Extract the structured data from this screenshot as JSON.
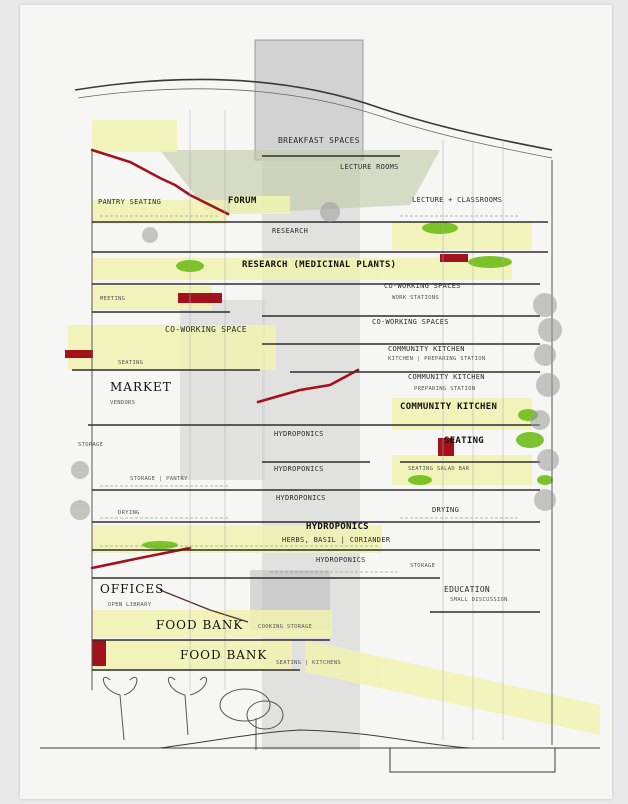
{
  "colors": {
    "paper": "#f6f6f4",
    "graphite": "#3a3a3a",
    "highlight_yellow": "#f1f3b0",
    "marker_red": "#a3121c",
    "plant_green": "#6fbe1a"
  },
  "labels": {
    "breakfast_spaces": "BREAKFAST SPACES",
    "lecture_rooms": "LECTURE ROOMS",
    "pantry_seating": "PANTRY SEATING",
    "forum": "FORUM",
    "lecture_classrooms": "LECTURE + CLASSROOMS",
    "research_top": "RESEARCH",
    "research_medicinal": "RESEARCH (MEDICINAL PLANTS)",
    "co_working_spaces_1": "CO-WORKING SPACES",
    "work_stations": "WORK STATIONS",
    "co_working_spaces_2": "CO-WORKING SPACES",
    "meeting": "MEETING",
    "co_working_space": "CO-WORKING SPACE",
    "seating_left": "SEATING",
    "community_kitchen_1": "COMMUNITY KITCHEN",
    "kitchen_preparing_station": "KITCHEN | PREPARING STATION",
    "market": "MARKET",
    "vendors": "VENDORS",
    "community_kitchen_2": "COMMUNITY KITCHEN",
    "preparing_station": "PREPARING STATION",
    "community_kitchen_3": "COMMUNITY KITCHEN",
    "storage_left": "STORAGE",
    "hydroponics_1": "HYDROPONICS",
    "storage_pantry": "STORAGE | PANTRY",
    "hydroponics_2": "HYDROPONICS",
    "seating_right": "SEATING",
    "seating_salad_bar": "SEATING SALAD BAR",
    "hydroponics_3": "HYDROPONICS",
    "drying_left": "DRYING",
    "drying_right": "DRYING",
    "hydroponics_4": "HYDROPONICS",
    "herbs_basil": "HERBS, BASIL | CORIANDER",
    "hydroponics_5": "HYDROPONICS",
    "storage_right": "STORAGE",
    "offices": "OFFICES",
    "open_library": "OPEN LIBRARY",
    "education": "EDUCATION",
    "small_discussion": "SMALL DISCUSSION",
    "food_bank_1": "FOOD BANK",
    "storage_cooking": "COOKING STORAGE",
    "food_bank_2": "FOOD BANK",
    "seating_kitchens": "SEATING | KITCHENS"
  }
}
